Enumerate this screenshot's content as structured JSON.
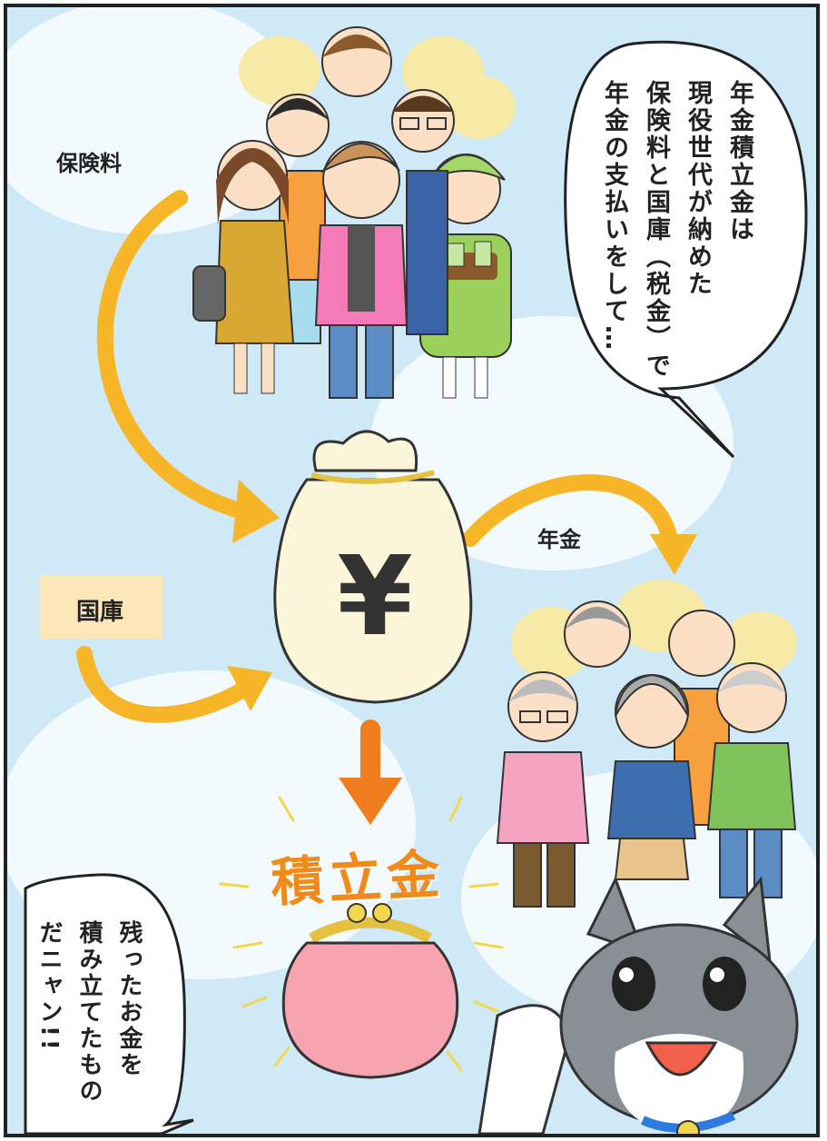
{
  "labels": {
    "premium": "保険料",
    "treasury": "国庫",
    "pension": "年金",
    "reserve_fund": "積立金",
    "yen_symbol": "¥"
  },
  "bubble_top": {
    "lines": [
      "年金積立金は",
      "現役世代が納めた",
      "保険料と国庫（税金）で",
      "年金の支払いをして…"
    ]
  },
  "bubble_bottom": {
    "lines": [
      "残ったお金を",
      "積み立てたもの",
      "だニャン!!"
    ]
  },
  "colors": {
    "background_sky": "#cfe9f7",
    "arrow_yellow": "#f7b528",
    "arrow_orange": "#f07d1e",
    "reserve_text": "#f08a1a",
    "treasury_box": "#fde7b8",
    "money_bag": "#fbf6da",
    "purse": "#f7a4b0"
  },
  "icons": [
    "money-bag-icon",
    "coin-purse-icon",
    "cat-mascot-icon"
  ]
}
